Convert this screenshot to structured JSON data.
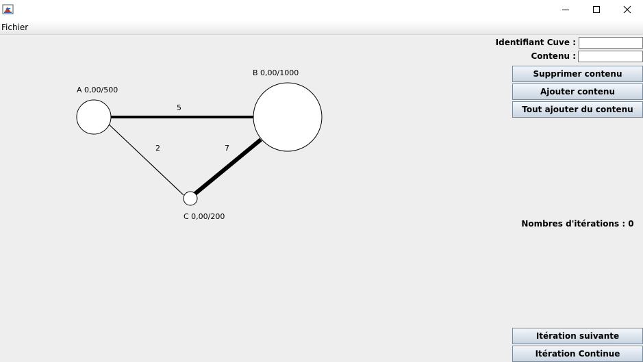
{
  "menu": {
    "file": "Fichier"
  },
  "form": {
    "tank_id_label": "Identifiant Cuve :",
    "content_label": "Contenu :",
    "tank_id_value": "",
    "content_value": ""
  },
  "buttons": {
    "remove_content": "Supprimer contenu",
    "add_content": "Ajouter contenu",
    "add_all_content": "Tout ajouter du contenu",
    "next_iteration": "Itération suivante",
    "continuous_iteration": "Itération Continue"
  },
  "iterations": {
    "label": "Nombres d'itérations : 0",
    "count": 0
  },
  "graph": {
    "nodes": [
      {
        "id": "A",
        "label": "A 0,00/500",
        "content": 0.0,
        "capacity": 500
      },
      {
        "id": "B",
        "label": "B 0,00/1000",
        "content": 0.0,
        "capacity": 1000
      },
      {
        "id": "C",
        "label": "C 0,00/200",
        "content": 0.0,
        "capacity": 200
      }
    ],
    "edges": [
      {
        "from": "A",
        "to": "B",
        "weight": 5,
        "label": "5"
      },
      {
        "from": "A",
        "to": "C",
        "weight": 2,
        "label": "2"
      },
      {
        "from": "C",
        "to": "B",
        "weight": 7,
        "label": "7"
      }
    ]
  },
  "icons": {
    "app": "java-app-icon",
    "minimize": "minimize-icon",
    "maximize": "maximize-icon",
    "close": "close-icon"
  }
}
